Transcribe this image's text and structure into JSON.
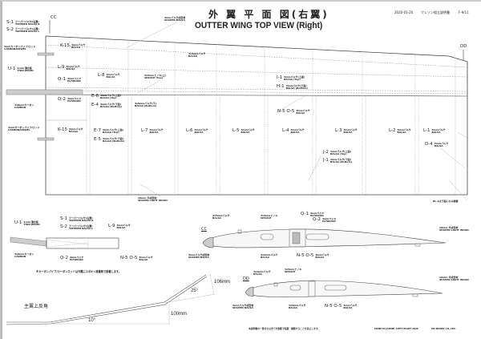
{
  "header": {
    "title_jp": "外 翼 平 面 図(右翼)",
    "title_en": "OUTTER WING TOP VIEW (Right)",
    "date": "2020-01-20",
    "document": "クレソン組立説明書",
    "page": "F-9/11"
  },
  "top_view": {
    "section_cc": "CC",
    "section_dd": "DD",
    "labels": [
      {
        "code": "S-1",
        "jp": "テーパーバルサ(右翼)",
        "en": "TAPERED BALSA R"
      },
      {
        "code": "S-2",
        "jp": "テーパーバルサ(左翼)",
        "en": "TAPERED BALSA L"
      },
      {
        "code": "",
        "jp": "3mmバルサ成型材",
        "en": "SHAPED BALSA"
      },
      {
        "code": "",
        "jp": "3mmカーボンパイプ/ロッド",
        "en": "CARBON/DOWEL"
      },
      {
        "code": "K-15",
        "jp": "3mmバルサ",
        "en": "BALSA"
      },
      {
        "code": "U-1",
        "jp": "1mm 薄合板",
        "en": "THIN WOOD"
      },
      {
        "code": "L-9",
        "jp": "3mmバルサ",
        "en": "BALSA"
      },
      {
        "code": "Q-1",
        "jp": "3mmベニヤ",
        "en": "PLYWOOD"
      },
      {
        "code": "L-8",
        "jp": "3mmバルサ",
        "en": "BALSA"
      },
      {
        "code": "",
        "jp": "3x5mmヒノキ(上)",
        "en": "SPRUCE (Top)"
      },
      {
        "code": "",
        "jp": "3x5mmバルサ",
        "en": "BALSA"
      },
      {
        "code": "",
        "jp": "3x8mmカーボン",
        "en": "CARBON"
      },
      {
        "code": "Q-2",
        "jp": "3mmベニヤ",
        "en": "PLYWOOD"
      },
      {
        "code": "E-6",
        "jp": "3mmバルサ(上面)",
        "en": "BALSA (Top)"
      },
      {
        "code": "E-4",
        "jp": "3mmバルサ(下面)",
        "en": "BALSA (Bottom)"
      },
      {
        "code": "",
        "jp": "3x5mmバルサ(下)",
        "en": "BALSA (Bottom)"
      },
      {
        "code": "",
        "jp": "3mmカーボンパイプ/ロッド",
        "en": "CARBON/DOWEL"
      },
      {
        "code": "K-15",
        "jp": "3mmバルサ",
        "en": "BALSA"
      },
      {
        "code": "E-7",
        "jp": "3mmバルサ(上面)",
        "en": "BALSA (Top)"
      },
      {
        "code": "E-5",
        "jp": "3mmバルサ(下面)",
        "en": "BALSA (Bottom)"
      },
      {
        "code": "L-7",
        "jp": "3mmバルサ",
        "en": "BALSA"
      },
      {
        "code": "L-6",
        "jp": "3mmバルサ",
        "en": "BALSA"
      },
      {
        "code": "L-5",
        "jp": "3mmバルサ",
        "en": "BALSA"
      },
      {
        "code": "L-4",
        "jp": "3mmバルサ",
        "en": "BALSA"
      },
      {
        "code": "L-3",
        "jp": "3mmバルサ",
        "en": "BALSA"
      },
      {
        "code": "L-2",
        "jp": "3mmバルサ",
        "en": "BALSA"
      },
      {
        "code": "L-1",
        "jp": "3mmバルサ",
        "en": "BALSA"
      },
      {
        "code": "D-4",
        "jp": "3mmバルサ",
        "en": "BALSA"
      },
      {
        "code": "I-1",
        "jp": "3mmバルサ(上面)",
        "en": "BALSA (Top)"
      },
      {
        "code": "H-1",
        "jp": "3mmバルサ(下面)",
        "en": "BALSA (Bottom)"
      },
      {
        "code": "N-5 O-5",
        "jp": "3mmバルサ",
        "en": "BALSA"
      },
      {
        "code": "J-2",
        "jp": "3mmバルサ(上面)",
        "en": "BALSA (Top)"
      },
      {
        "code": "J-1",
        "jp": "3mmバルサ(下面)",
        "en": "BALSA (Bottom)"
      },
      {
        "code": "",
        "jp": "16mm 半成型材",
        "en": "SHAPED LIGHT WOOD"
      }
    ],
    "note_right": "RL-1は下面にのみ接着"
  },
  "root_detail": {
    "labels": [
      {
        "code": "U-1",
        "jp": "1mm 薄合板",
        "en": "THIN WOOD"
      },
      {
        "code": "S-1",
        "jp": "テーパーバルサ(右翼)",
        "en": "TAPERED BALSA R"
      },
      {
        "code": "S-2",
        "jp": "テーパーバルサ(左翼)",
        "en": "TAPERED BALSA L"
      },
      {
        "code": "L-9",
        "jp": "3mmバルサ",
        "en": "BALSA"
      },
      {
        "code": "",
        "jp": "3x8mmカーボン",
        "en": "CARBON"
      },
      {
        "code": "Q-2",
        "jp": "3mmベニヤ",
        "en": "PLYWOOD"
      },
      {
        "code": "N-5 O-5",
        "jp": "3mmバルサ",
        "en": "BALSA"
      }
    ],
    "note": "※カーボンパイプ/カーボンロッドは外翼にエポキシ接着剤で接着します。"
  },
  "dihedral": {
    "title": "主翼上反角",
    "angle_inner": "10°",
    "angle_outer": "25°",
    "height_inner": "100mm",
    "height_outer": "106mm"
  },
  "sections": {
    "cc_title": "CC",
    "dd_title": "DD",
    "cc_labels": [
      {
        "code": "",
        "jp": "3x5mmバルサ",
        "en": "BALSA"
      },
      {
        "code": "",
        "jp": "3x5mmヒノキ",
        "en": "SPRUCE"
      },
      {
        "code": "Q-1",
        "jp": "3mmベニヤ",
        "en": "PLYWOOD"
      },
      {
        "code": "Q-2",
        "jp": "3mmベニヤ",
        "en": "PLYWOOD"
      },
      {
        "code": "",
        "jp": "16mm 半成型材",
        "en": "SHAPED LIGHT WOOD"
      },
      {
        "code": "",
        "jp": "3mmバルサ成型材",
        "en": "SHAPED BALSA"
      },
      {
        "code": "",
        "jp": "3x5mmバルサ",
        "en": "BALSA"
      },
      {
        "code": "N-5 O-5",
        "jp": "3mmバルサ",
        "en": "BALSA"
      }
    ],
    "dd_labels": [
      {
        "code": "",
        "jp": "3x5mmバルサ",
        "en": "BALSA"
      },
      {
        "code": "",
        "jp": "3x5mmヒノキ",
        "en": "SPRUCE"
      },
      {
        "code": "",
        "jp": "16mm 半成型材",
        "en": "SHAPED LIGHT WOOD"
      },
      {
        "code": "",
        "jp": "3mmバルサ成型材",
        "en": "SHAPED BALSA"
      },
      {
        "code": "",
        "jp": "3x5mmバルサ",
        "en": "BALSA"
      },
      {
        "code": "N-5 O-5",
        "jp": "3mmバルサ",
        "en": "BALSA"
      }
    ]
  },
  "footer": {
    "copyright_note": "本説明書の一部または全てを無断で転載・複製することを禁止します。",
    "made_in": "MADE IN JAPAN",
    "copyright": "© COPY RIGHT 2020",
    "company": "OK MODEL CO.,LTD."
  }
}
